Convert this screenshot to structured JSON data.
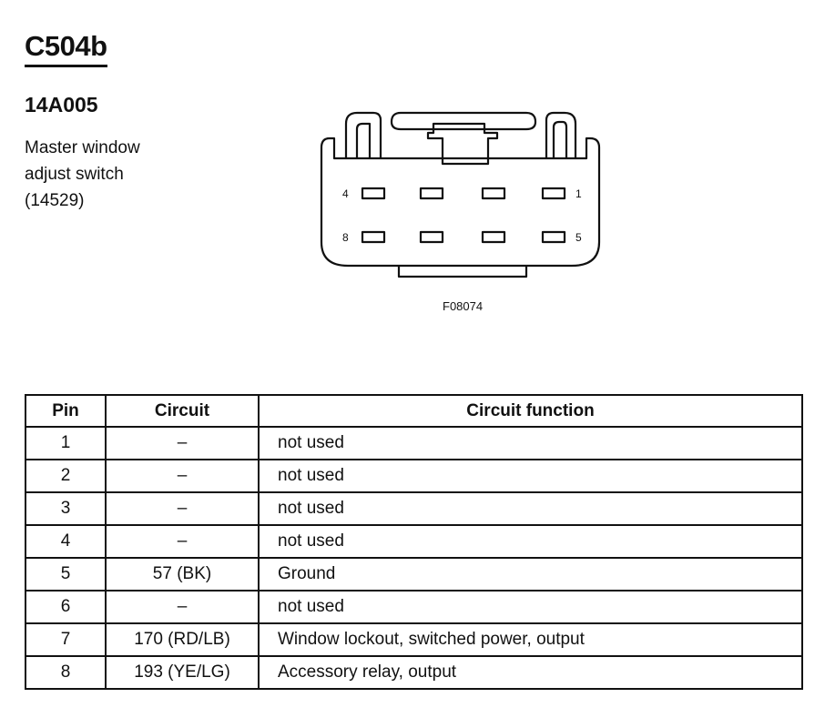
{
  "header": {
    "connector_id": "C504b",
    "part_number": "14A005",
    "description_lines": [
      "Master window",
      "adjust switch",
      "(14529)"
    ]
  },
  "diagram": {
    "figure_code": "F08074",
    "pin_labels": {
      "top_left": "4",
      "top_right": "1",
      "bottom_left": "8",
      "bottom_right": "5"
    }
  },
  "table": {
    "headers": {
      "pin": "Pin",
      "circuit": "Circuit",
      "function": "Circuit function"
    },
    "rows": [
      {
        "pin": "1",
        "circuit": "–",
        "function": "not used"
      },
      {
        "pin": "2",
        "circuit": "–",
        "function": "not used"
      },
      {
        "pin": "3",
        "circuit": "–",
        "function": "not used"
      },
      {
        "pin": "4",
        "circuit": "–",
        "function": "not used"
      },
      {
        "pin": "5",
        "circuit": "57 (BK)",
        "function": "Ground"
      },
      {
        "pin": "6",
        "circuit": "–",
        "function": "not used"
      },
      {
        "pin": "7",
        "circuit": "170 (RD/LB)",
        "function": "Window lockout, switched power, output"
      },
      {
        "pin": "8",
        "circuit": "193 (YE/LG)",
        "function": "Accessory relay, output"
      }
    ]
  }
}
